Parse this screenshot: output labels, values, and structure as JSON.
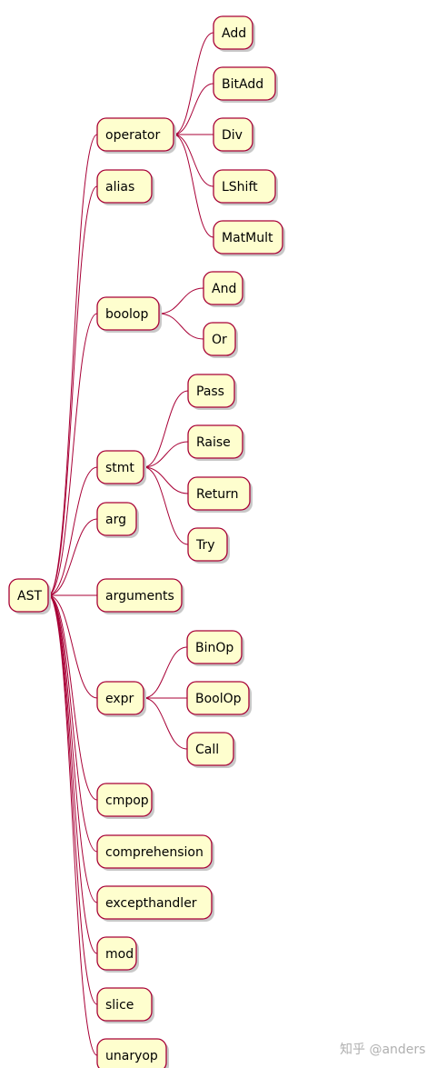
{
  "root": "AST",
  "children": [
    {
      "label": "operator",
      "children": [
        "Add",
        "BitAdd",
        "Div",
        "LShift",
        "MatMult"
      ]
    },
    {
      "label": "alias",
      "children": []
    },
    {
      "label": "boolop",
      "children": [
        "And",
        "Or"
      ]
    },
    {
      "label": "stmt",
      "children": [
        "Pass",
        "Raise",
        "Return",
        "Try"
      ]
    },
    {
      "label": "arg",
      "children": []
    },
    {
      "label": "arguments",
      "children": []
    },
    {
      "label": "expr",
      "children": [
        "BinOp",
        "BoolOp",
        "Call"
      ]
    },
    {
      "label": "cmpop",
      "children": []
    },
    {
      "label": "comprehension",
      "children": []
    },
    {
      "label": "excepthandler",
      "children": []
    },
    {
      "label": "mod",
      "children": []
    },
    {
      "label": "slice",
      "children": []
    },
    {
      "label": "unaryop",
      "children": []
    }
  ],
  "watermark": "知乎 @anders",
  "colors": {
    "node_fill": "#fefece",
    "node_border": "#a80036",
    "edge": "#a80036"
  }
}
